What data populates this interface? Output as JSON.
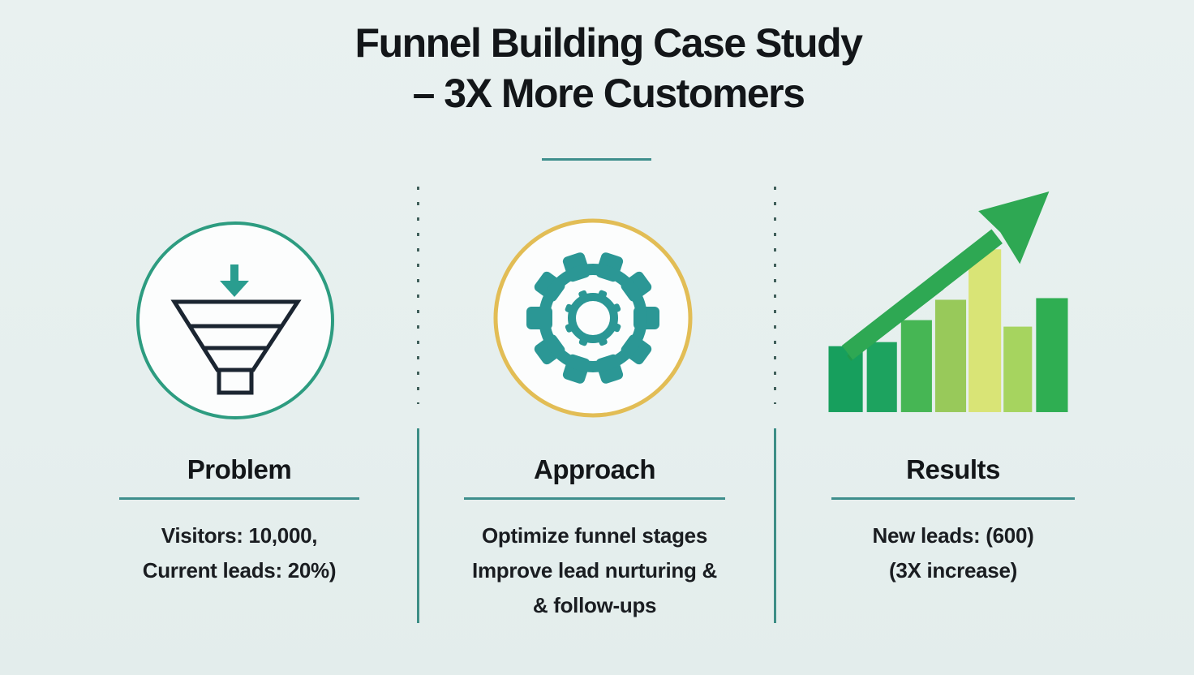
{
  "title": {
    "line1": "Funnel Building Case Study",
    "line2": "– 3X More Customers"
  },
  "columns": [
    {
      "heading": "Problem",
      "icon": "funnel-icon",
      "lines": [
        "Visitors: 10,000,",
        "Current leads: 20%)"
      ]
    },
    {
      "heading": "Approach",
      "icon": "gear-icon",
      "lines": [
        "Optimize funnel stages",
        "Improve lead nurturing &",
        "& follow-ups"
      ]
    },
    {
      "heading": "Results",
      "icon": "growth-bar-chart-icon",
      "lines": [
        "New leads: (600)",
        "(3X increase)"
      ]
    }
  ],
  "colors": {
    "background": "#e7efee",
    "accent_teal": "#3e8e8c",
    "funnel_circle_border": "#2d9c80",
    "funnel_outline": "#1b2531",
    "gear_circle_border": "#e2bd55",
    "gear_teal": "#2b9795",
    "arrow_green": "#2ea853",
    "bar_greens": [
      "#179f5d",
      "#1da35f",
      "#46b654",
      "#98c95a",
      "#d9e476",
      "#a6d45f",
      "#2fae52"
    ],
    "text": "#15181c"
  }
}
